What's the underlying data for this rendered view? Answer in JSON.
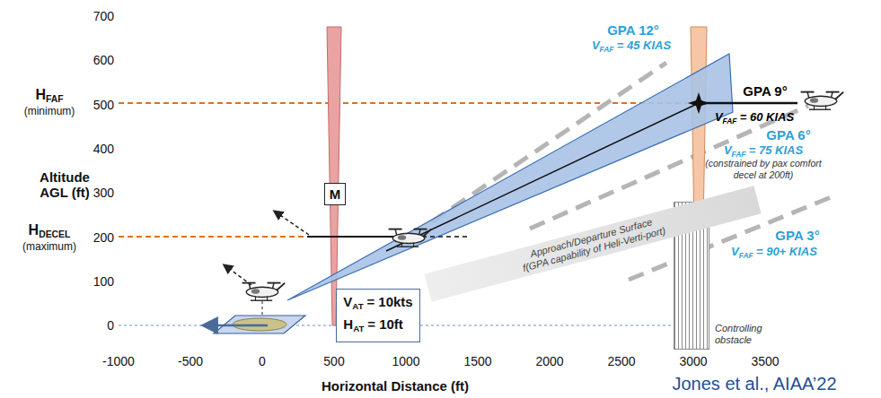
{
  "diagram": {
    "nodes": [
      {
        "text": [
          "M"
        ]
      },
      {
        "text": [
          "V",
          "AT",
          "= 10kts",
          "H",
          "AT",
          "= 10ft"
        ]
      },
      {
        "text": [
          "Approach/Departure Surface",
          "f(GPA capability of Heli-Verti-port)"
        ]
      },
      {
        "text": [
          "Controlling obstacle"
        ]
      }
    ],
    "labels": [
      "H",
      "FAF",
      "(minimum)",
      "Altitude",
      "AGL (ft)",
      "H",
      "DECEL",
      "(maximum)",
      "700",
      "600",
      "500",
      "400",
      "300",
      "200",
      "100",
      "0",
      "-1000",
      "-500",
      "0",
      "500",
      "1000",
      "1500",
      "2000",
      "2500",
      "3000",
      "3500",
      "Horizontal Distance (ft)",
      "Jones et al., AIAA’22",
      "GPA 12°",
      "V",
      "FAF",
      "= 45 KIAS",
      "GPA 9°",
      "V",
      "FAF",
      "= 60 KIAS",
      "GPA 6°",
      "V",
      "FAF",
      "= 75 KIAS",
      "(constrained by pax comfort decel at 200ft)",
      "GPA 3°",
      "V",
      "FAF",
      "= 90+ KIAS"
    ]
  }
}
